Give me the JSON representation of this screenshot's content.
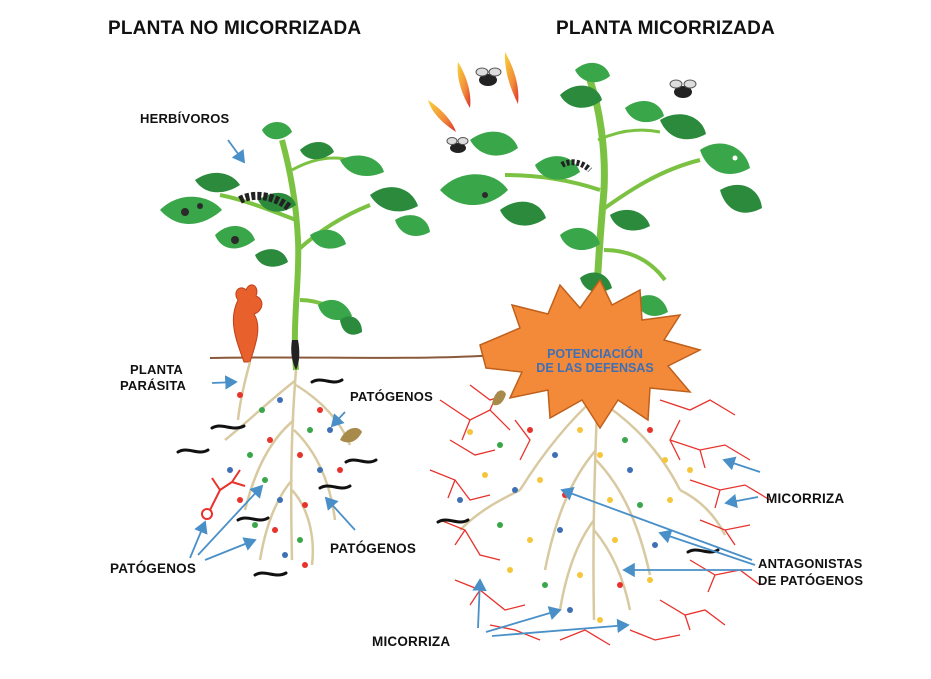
{
  "titles": {
    "left": "PLANTA NO MICORRIZADA",
    "right": "PLANTA MICORRIZADA"
  },
  "labels": {
    "herbivoros": "HERBÍVOROS",
    "planta_parasita_1": "PLANTA",
    "planta_parasita_2": "PARÁSITA",
    "patogenos_top": "PATÓGENOS",
    "patogenos_left": "PATÓGENOS",
    "patogenos_mid": "PATÓGENOS",
    "micorriza_right": "MICORRIZA",
    "antagonistas_1": "ANTAGONISTAS",
    "antagonistas_2": "DE PATÓGENOS",
    "micorriza_bottom": "MICORRIZA"
  },
  "burst": {
    "line1": "POTENCIACIÓN",
    "line2": "DE LAS DEFENSAS",
    "fill": "#f28a3a"
  },
  "colors": {
    "stem": "#7cc242",
    "leaf": "#3aa64a",
    "leaf_dark": "#2b8a3c",
    "root": "#d8c9a0",
    "mycorrhiza": "#e8322c",
    "arrow": "#4a90c8",
    "soil_line": "#8b5a3c"
  }
}
